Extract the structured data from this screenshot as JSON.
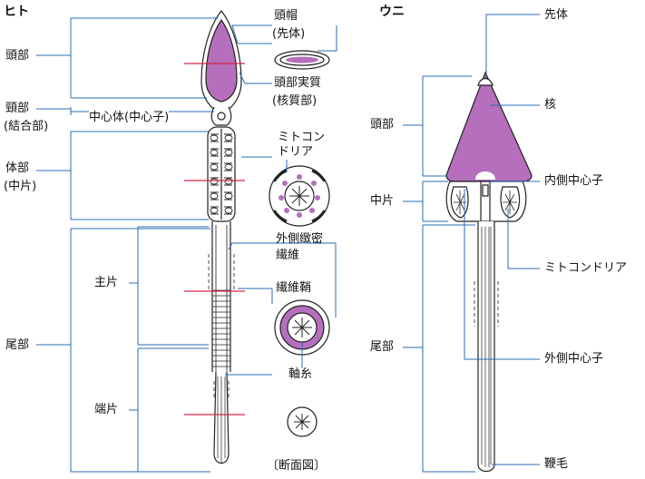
{
  "human": {
    "title": "ヒト",
    "labels": {
      "head": "頭部",
      "neck": "頸部",
      "neck_sub": "(結合部)",
      "body": "体部",
      "body_sub": "(中片)",
      "tail": "尾部",
      "principal_piece": "主片",
      "end_piece": "端片",
      "centrosome": "中心体(中心子)",
      "acrosome": "頭帽",
      "acrosome_sub": "(先体)",
      "nucleus": "頭部実質",
      "nucleus_sub": "(核質部)",
      "mitochondria": "ミトコン",
      "mitochondria_2": "ドリア",
      "outer_dense_fibers": "外側緻密",
      "outer_dense_fibers_2": "繊維",
      "fibrous_sheath": "繊維鞘",
      "axoneme": "軸糸",
      "cross_section": "〔断面図〕"
    }
  },
  "sea_urchin": {
    "title": "ウニ",
    "labels": {
      "acrosome": "先体",
      "nucleus": "核",
      "inner_centriole": "内側中心子",
      "middle_piece": "中片",
      "head": "頭部",
      "mitochondria": "ミトコンドリア",
      "tail": "尾部",
      "outer_centriole": "外側中心子",
      "flagellum": "鞭毛"
    }
  },
  "colors": {
    "nucleus": "#b56fbc",
    "leader": "#2a6cb7",
    "section_line": "#d2264a",
    "outline": "#222222"
  }
}
